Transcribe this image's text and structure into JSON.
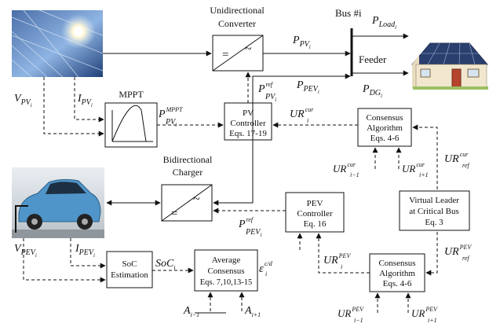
{
  "blocks": {
    "uni_converter": {
      "line1": "Unidirectional",
      "line2": "Converter"
    },
    "mppt": "MPPT",
    "pv_controller": {
      "line1": "PV",
      "line2": "Controller",
      "line3": "Eqs. 17-19"
    },
    "consensus_top": {
      "line1": "Consensus",
      "line2": "Algorithm",
      "line3": "Eqs. 4-6"
    },
    "bi_charger": {
      "line1": "Bidirectional",
      "line2": "Charger"
    },
    "pev_controller": {
      "line1": "PEV",
      "line2": "Controller",
      "line3": "Eq. 16"
    },
    "virtual_leader": {
      "line1": "Virtual Leader",
      "line2": "at Critical Bus",
      "line3": "Eq. 3"
    },
    "soc_estimation": {
      "line1": "SoC",
      "line2": "Estimation"
    },
    "average_consensus": {
      "line1": "Average",
      "line2": "Consensus",
      "line3": "Eqs. 7,10,13-15"
    },
    "consensus_bottom": {
      "line1": "Consensus",
      "line2": "Algorithm",
      "line3": "Eqs. 4-6"
    }
  },
  "bus": {
    "bus_label": "Bus #i",
    "feeder_label": "Feeder"
  },
  "signals": {
    "P": "P",
    "V": "V",
    "I": "I",
    "UR": "UR",
    "SoC": "SoC",
    "A": "A",
    "eps": "ε",
    "PV_i": "PV",
    "i_sub": "i",
    "PEV_i": "PEV",
    "Load_i": "Load",
    "DG_i": "DG",
    "MPPT_sup": "MPPT",
    "ref_sup": "ref",
    "cur_sup": "cur",
    "PEV_sup": "PEV",
    "cd_sup": "c/d",
    "im1": "i−1",
    "ip1": "i+1",
    "ref_sub": "ref"
  },
  "icons": [
    "solar-panel-photo",
    "house-with-solar-roof",
    "electric-vehicle-photo"
  ]
}
